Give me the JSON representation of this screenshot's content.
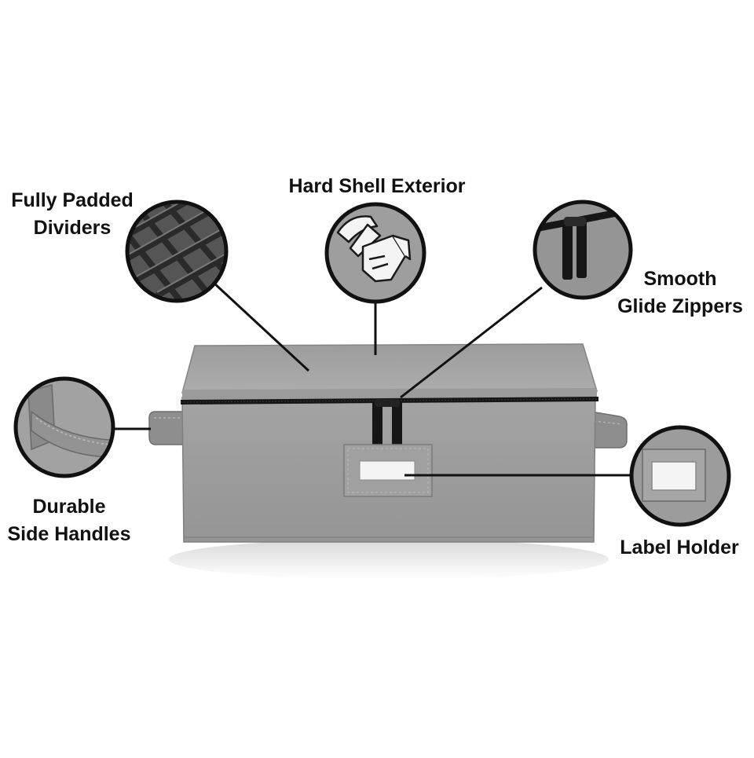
{
  "features": [
    {
      "id": "dividers",
      "lines": [
        "Fully Padded",
        "Dividers"
      ]
    },
    {
      "id": "exterior",
      "lines": [
        "Hard Shell Exterior"
      ]
    },
    {
      "id": "zippers",
      "lines": [
        "Smooth",
        "Glide Zippers"
      ]
    },
    {
      "id": "handles",
      "lines": [
        "Durable",
        "Side Handles"
      ]
    },
    {
      "id": "label",
      "lines": [
        "Label Holder"
      ]
    }
  ],
  "colors": {
    "fabric": "#9a9a9a",
    "fabric_light": "#a8a8a8",
    "fabric_dark": "#7d7d7d",
    "zipper": "#161616",
    "text": "#111111",
    "leader": "#111111"
  },
  "icons": [
    "hammer-hand-icon"
  ]
}
